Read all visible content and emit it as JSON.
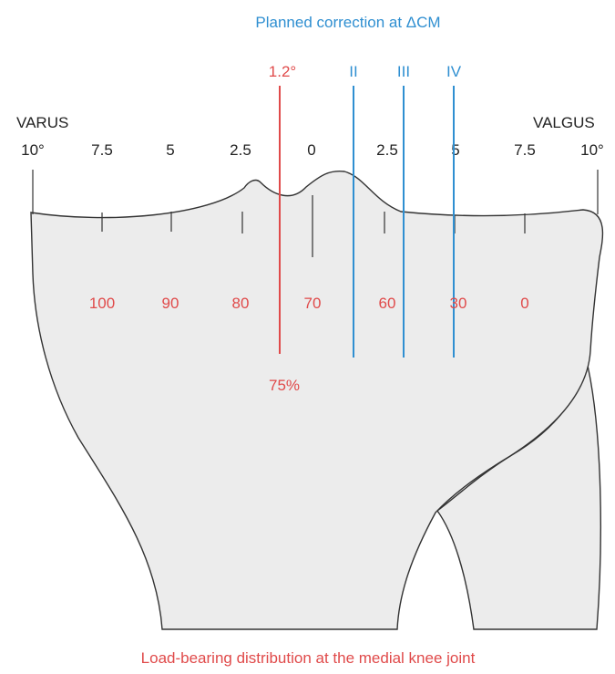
{
  "title": "Planned correction at ΔCM",
  "footer": "Load-bearing distribution at the medial knee joint",
  "varus_label": "VARUS",
  "valgus_label": "VALGUS",
  "angle_ticks": [
    "10°",
    "7.5",
    "5",
    "2.5",
    "0",
    "2.5",
    "5",
    "7.5",
    "10°"
  ],
  "load_values": [
    "100",
    "90",
    "80",
    "70",
    "60",
    "30",
    "0"
  ],
  "current_line": {
    "label": "1.2°",
    "value_label": "75%"
  },
  "correction_lines": [
    "II",
    "III",
    "IV"
  ],
  "colors": {
    "blue": "#2f8fd1",
    "red": "#e04a4a",
    "bone_fill": "#ececec",
    "outline": "#333333"
  }
}
